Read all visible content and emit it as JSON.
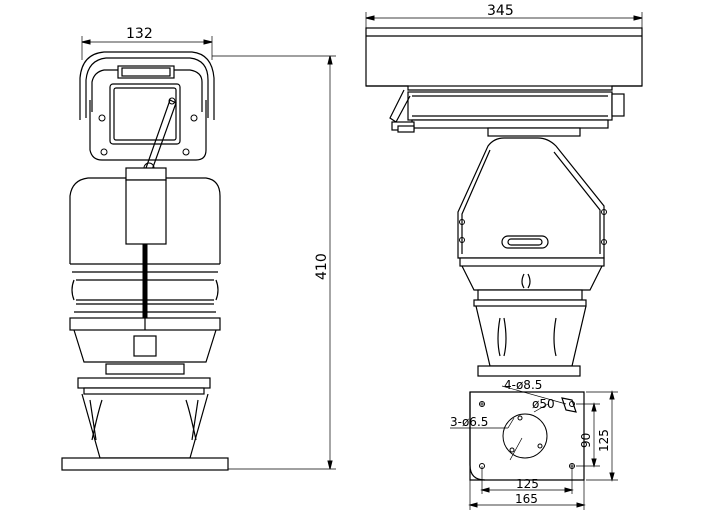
{
  "dimensions": {
    "front_width": "132",
    "total_height": "410",
    "side_width": "345",
    "holes_4": "4-ø8.5",
    "center_hole": "ø50",
    "holes_3": "3-ø6.5",
    "base_v_inner": "90",
    "base_v_outer": "125",
    "base_h_inner": "125",
    "base_h_outer": "165"
  }
}
